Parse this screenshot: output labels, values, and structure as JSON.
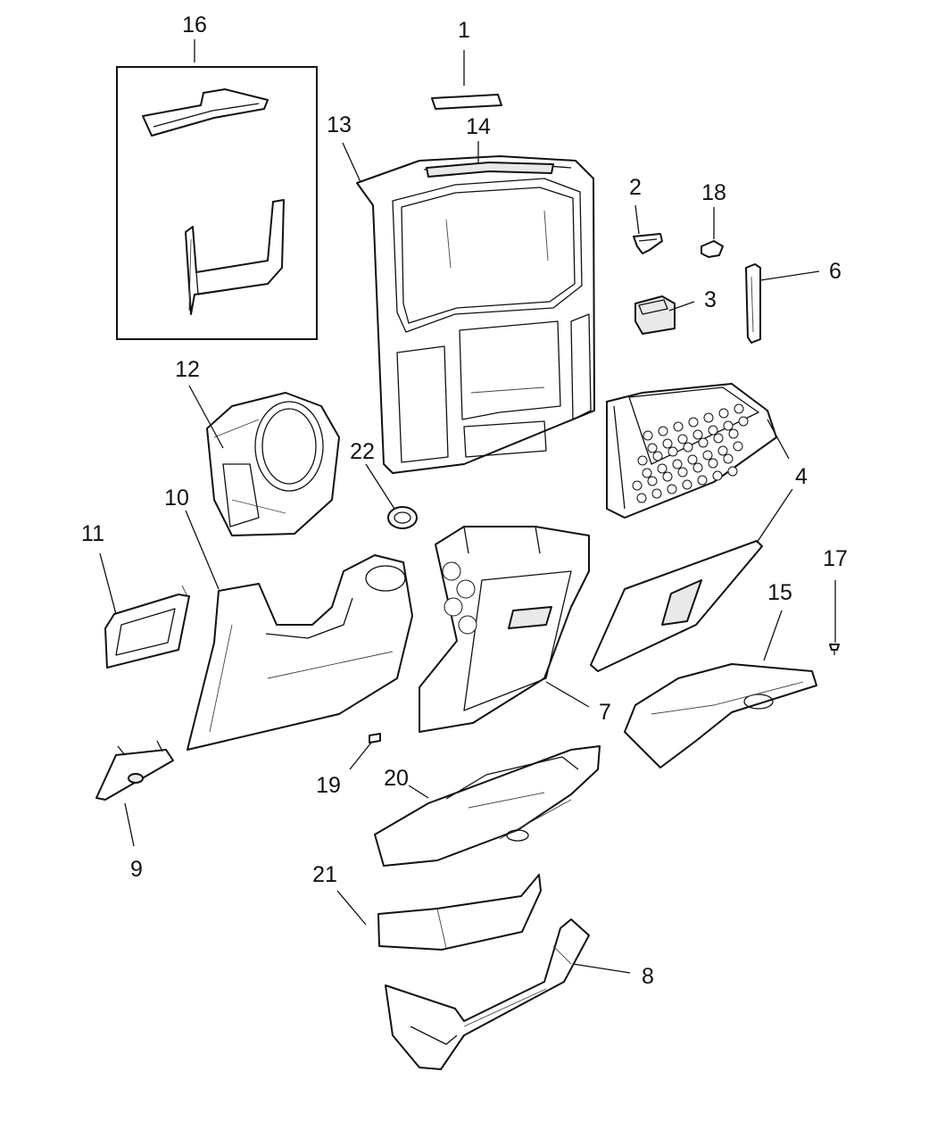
{
  "diagram": {
    "callouts": [
      {
        "id": "p1",
        "label": "1"
      },
      {
        "id": "p2",
        "label": "2"
      },
      {
        "id": "p3",
        "label": "3"
      },
      {
        "id": "p4a",
        "label": "4"
      },
      {
        "id": "p4b",
        "label": "4"
      },
      {
        "id": "p6",
        "label": "6"
      },
      {
        "id": "p7",
        "label": "7"
      },
      {
        "id": "p8",
        "label": "8"
      },
      {
        "id": "p9",
        "label": "9"
      },
      {
        "id": "p10",
        "label": "10"
      },
      {
        "id": "p11",
        "label": "11"
      },
      {
        "id": "p12",
        "label": "12"
      },
      {
        "id": "p13",
        "label": "13"
      },
      {
        "id": "p14",
        "label": "14"
      },
      {
        "id": "p15",
        "label": "15"
      },
      {
        "id": "p16",
        "label": "16"
      },
      {
        "id": "p17",
        "label": "17"
      },
      {
        "id": "p18",
        "label": "18"
      },
      {
        "id": "p19",
        "label": "19"
      },
      {
        "id": "p20",
        "label": "20"
      },
      {
        "id": "p21",
        "label": "21"
      },
      {
        "id": "p22",
        "label": "22"
      }
    ]
  }
}
